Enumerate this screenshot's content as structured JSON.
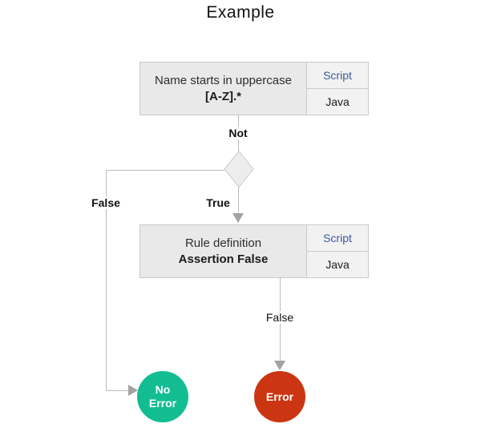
{
  "title": "Example",
  "colors": {
    "tab_link_blue": "#3a58a0",
    "no_error_green": "#12bd92",
    "error_red": "#cb3511",
    "node_fill_gray": "#e9e9e9",
    "tab_fill_gray": "#f2f2f2",
    "connector_gray": "#bbbbbb"
  },
  "nodes": {
    "rule1": {
      "line1": "Name starts in uppercase",
      "line2": "[A-Z].*",
      "tabs": [
        "Script",
        "Java"
      ]
    },
    "decision": {
      "shape": "diamond"
    },
    "rule2": {
      "line1": "Rule definition",
      "line2": "Assertion False",
      "tabs": [
        "Script",
        "Java"
      ]
    },
    "no_error": {
      "line1": "No",
      "line2": "Error"
    },
    "error": {
      "label": "Error"
    }
  },
  "edge_labels": {
    "not": "Not",
    "true": "True",
    "false_left": "False",
    "false_bottom": "False"
  }
}
